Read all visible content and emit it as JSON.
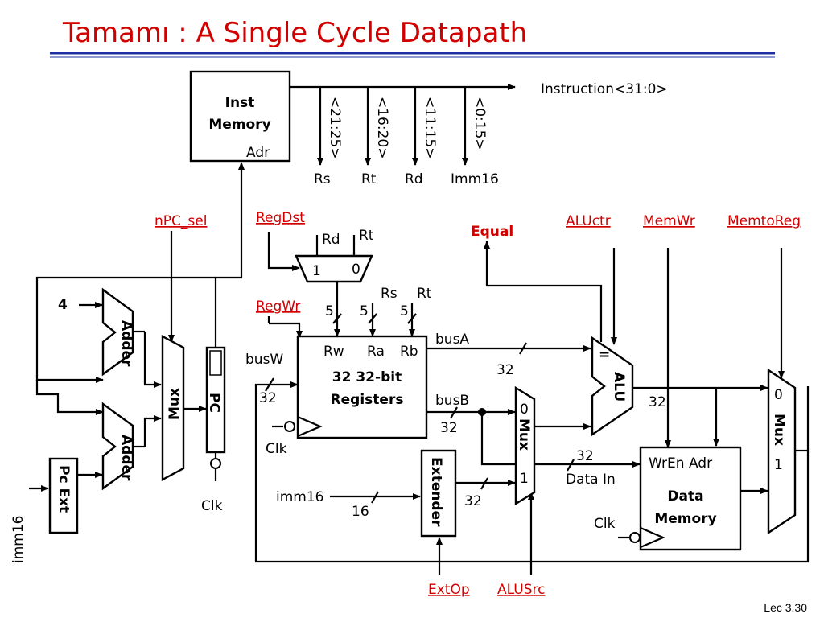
{
  "title": "Tamamı : A Single Cycle Datapath",
  "footer": "Lec 3.30",
  "inst_memory": {
    "line1": "Inst",
    "line2": "Memory",
    "port": "Adr"
  },
  "instruction_bus": "Instruction<31:0>",
  "fields": [
    {
      "range": "<21:25>",
      "name": "Rs"
    },
    {
      "range": "<16:20>",
      "name": "Rt"
    },
    {
      "range": "<11:15>",
      "name": "Rd"
    },
    {
      "range": "<0:15>",
      "name": "Imm16"
    }
  ],
  "controls": {
    "npc_sel": "nPC_sel",
    "regdst": "RegDst",
    "regwr": "RegWr",
    "equal": "Equal",
    "aluctr": "ALUctr",
    "memwr": "MemWr",
    "memtoreg": "MemtoReg",
    "extop": "ExtOp",
    "alusrc": "ALUSrc"
  },
  "regdst_mux": {
    "in1": "Rd",
    "in0": "Rt",
    "sel1": "1",
    "sel0": "0"
  },
  "regfile": {
    "line1": "32 32-bit",
    "line2": "Registers",
    "rw": "Rw",
    "ra": "Ra",
    "rb": "Rb",
    "rs": "Rs",
    "rt": "Rt",
    "width5": "5",
    "busw": "busW",
    "busa": "busA",
    "busb": "busB",
    "clk": "Clk"
  },
  "pc_logic": {
    "four": "4",
    "adder": "Adder",
    "mux": "Mux",
    "pc": "PC",
    "pc_ext": "Pc Ext",
    "imm16": "imm16",
    "clk": "Clk"
  },
  "alusrc_mux": {
    "mux": "Mux",
    "sel0": "0",
    "sel1": "1"
  },
  "extender": {
    "label": "Extender",
    "imm16": "imm16",
    "w16": "16"
  },
  "alu": {
    "label": "ALU",
    "eq": "="
  },
  "data_memory": {
    "ports": "WrEn Adr",
    "line1": "Data",
    "line2": "Memory",
    "data_in": "Data In",
    "clk": "Clk"
  },
  "memtoreg_mux": {
    "mux": "Mux",
    "sel0": "0",
    "sel1": "1"
  },
  "bus_width": "32"
}
